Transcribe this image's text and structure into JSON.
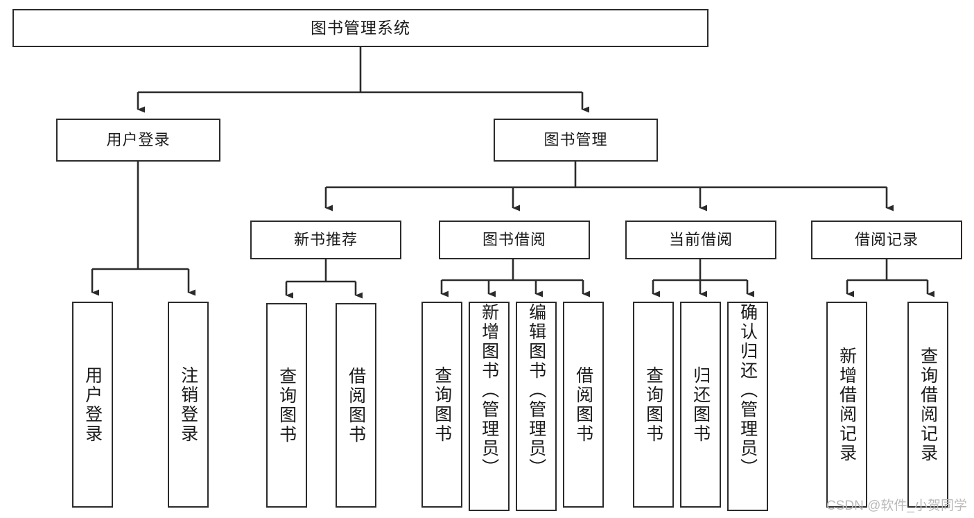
{
  "diagram": {
    "title": "图书管理系统",
    "type": "tree",
    "stroke_color": "#2b2b2b",
    "fill_color": "#ffffff",
    "root": {
      "label": "图书管理系统",
      "children": [
        {
          "label": "用户登录",
          "children": [
            {
              "label": "用户登录"
            },
            {
              "label": "注销登录"
            }
          ]
        },
        {
          "label": "图书管理",
          "children": [
            {
              "label": "新书推荐",
              "children": [
                {
                  "label": "查询图书"
                },
                {
                  "label": "借阅图书"
                }
              ]
            },
            {
              "label": "图书借阅",
              "children": [
                {
                  "label": "查询图书"
                },
                {
                  "label": "新增图书（管理员）"
                },
                {
                  "label": "编辑图书（管理员）"
                },
                {
                  "label": "借阅图书"
                }
              ]
            },
            {
              "label": "当前借阅",
              "children": [
                {
                  "label": "查询图书"
                },
                {
                  "label": "归还图书"
                },
                {
                  "label": "确认归还（管理员）"
                }
              ]
            },
            {
              "label": "借阅记录",
              "children": [
                {
                  "label": "新增借阅记录"
                },
                {
                  "label": "查询借阅记录"
                }
              ]
            }
          ]
        }
      ]
    }
  },
  "watermark": {
    "text": "CSDN @软件_小贺同学"
  }
}
